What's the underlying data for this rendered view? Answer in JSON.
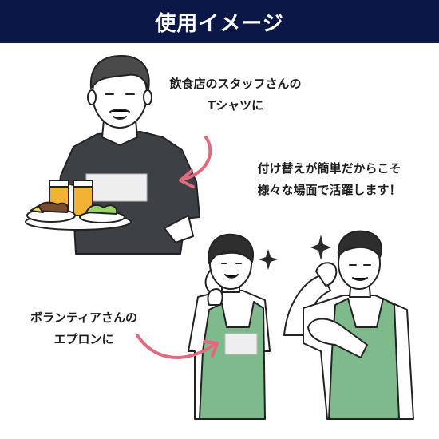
{
  "header": {
    "title": "使用イメージ"
  },
  "captions": {
    "waiter": {
      "line1": "飲食店のスタッフさんの",
      "line2": "Tシャツに"
    },
    "swap": {
      "line1": "付け替えが簡単だからこそ",
      "line2": "様々な場面で活躍します！"
    },
    "volunteer": {
      "line1": "ボランティアさんの",
      "line2": "エプロンに"
    }
  },
  "colors": {
    "header_bg": "#0b1746",
    "arrow": "#e26a7e",
    "shirt_dark": "#3d4146",
    "apron_green": "#7fba8c",
    "patch": "#eeeeee",
    "beer": "#f2b233"
  }
}
